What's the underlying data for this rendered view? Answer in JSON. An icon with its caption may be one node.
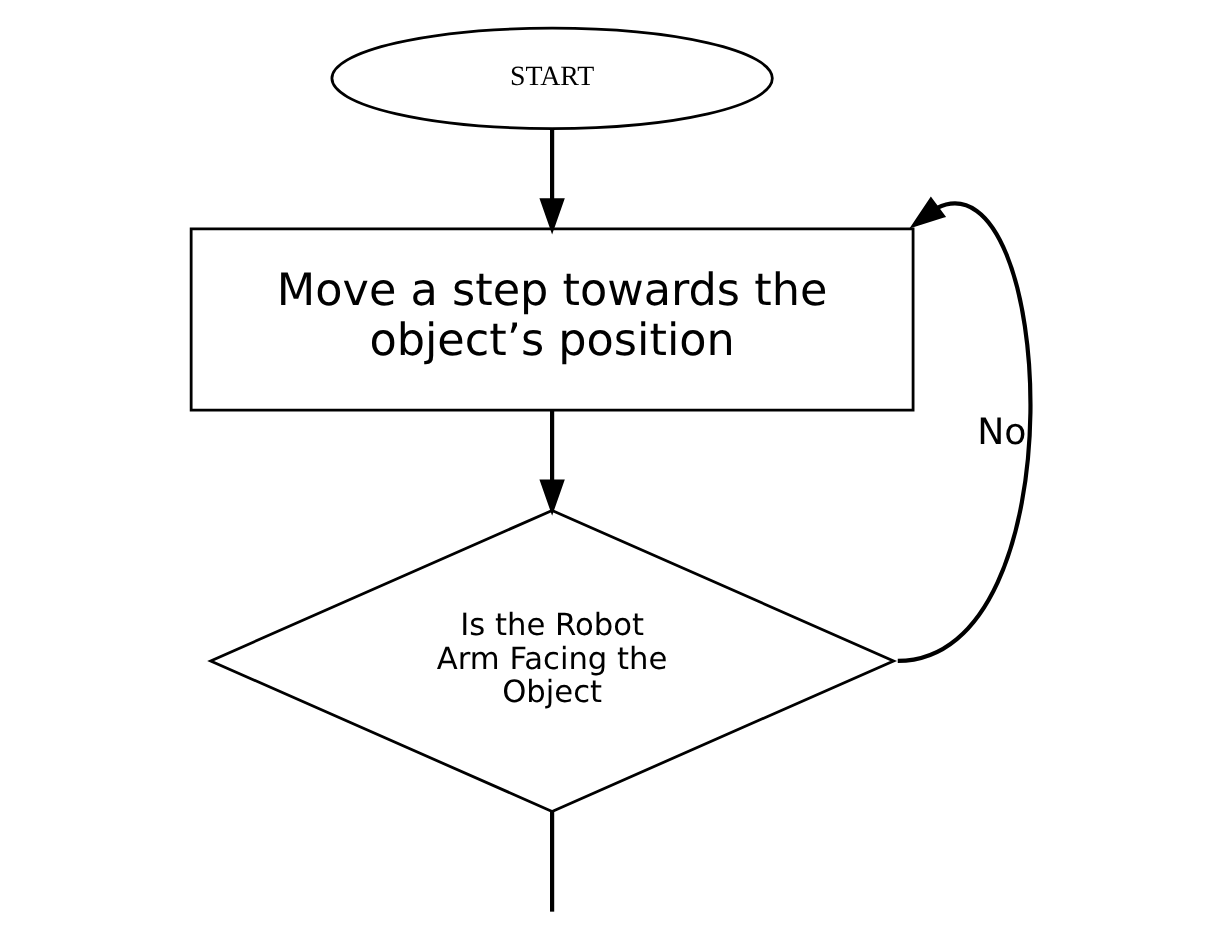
{
  "diagram": {
    "nodes": [
      {
        "text": [
          "START"
        ]
      },
      {
        "text": [
          "Move a step towards the object’s position"
        ]
      },
      {
        "text": [
          "Is the Robot Arm Facing the Object"
        ]
      }
    ],
    "edges": [
      {
        "from": 0,
        "to": 1,
        "arrow": "to"
      },
      {
        "from": 1,
        "to": 2,
        "arrow": "to"
      },
      {
        "from": 2,
        "to": 1,
        "arrow": "to",
        "label": "No"
      },
      {
        "from": 2,
        "to": null,
        "arrow": "none"
      }
    ]
  }
}
